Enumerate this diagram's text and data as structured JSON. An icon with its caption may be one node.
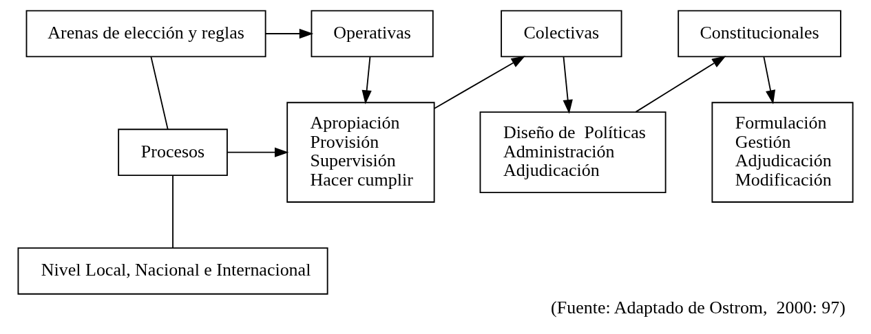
{
  "diagram": {
    "caption": "(Fuente: Adaptado de Ostrom,  2000: 97)",
    "nodes": [
      {
        "text": [
          "Arenas de elección y reglas"
        ]
      },
      {
        "text": [
          "Operativas"
        ]
      },
      {
        "text": [
          "Colectivas"
        ]
      },
      {
        "text": [
          "Constitucionales"
        ]
      },
      {
        "text": [
          "Procesos"
        ]
      },
      {
        "text": [
          "Apropiación",
          "Provisión",
          "Supervisión",
          "Hacer cumplir"
        ]
      },
      {
        "text": [
          "Diseño de  Políticas",
          "Administración",
          "Adjudicación"
        ]
      },
      {
        "text": [
          "Formulación",
          "Gestión",
          "Adjudicación",
          "Modificación"
        ]
      },
      {
        "text": [
          "Nivel Local, Nacional e Internacional"
        ]
      }
    ],
    "edges": [
      {
        "from": 0,
        "to": 1,
        "arrow": "to"
      },
      {
        "from": 1,
        "to": 5,
        "arrow": "to"
      },
      {
        "from": 5,
        "to": 2,
        "arrow": "to"
      },
      {
        "from": 2,
        "to": 6,
        "arrow": "to"
      },
      {
        "from": 6,
        "to": 3,
        "arrow": "to"
      },
      {
        "from": 3,
        "to": 7,
        "arrow": "to"
      },
      {
        "from": 0,
        "to": 4,
        "arrow": "none"
      },
      {
        "from": 4,
        "to": 5,
        "arrow": "to"
      },
      {
        "from": 4,
        "to": 8,
        "arrow": "none"
      }
    ]
  }
}
